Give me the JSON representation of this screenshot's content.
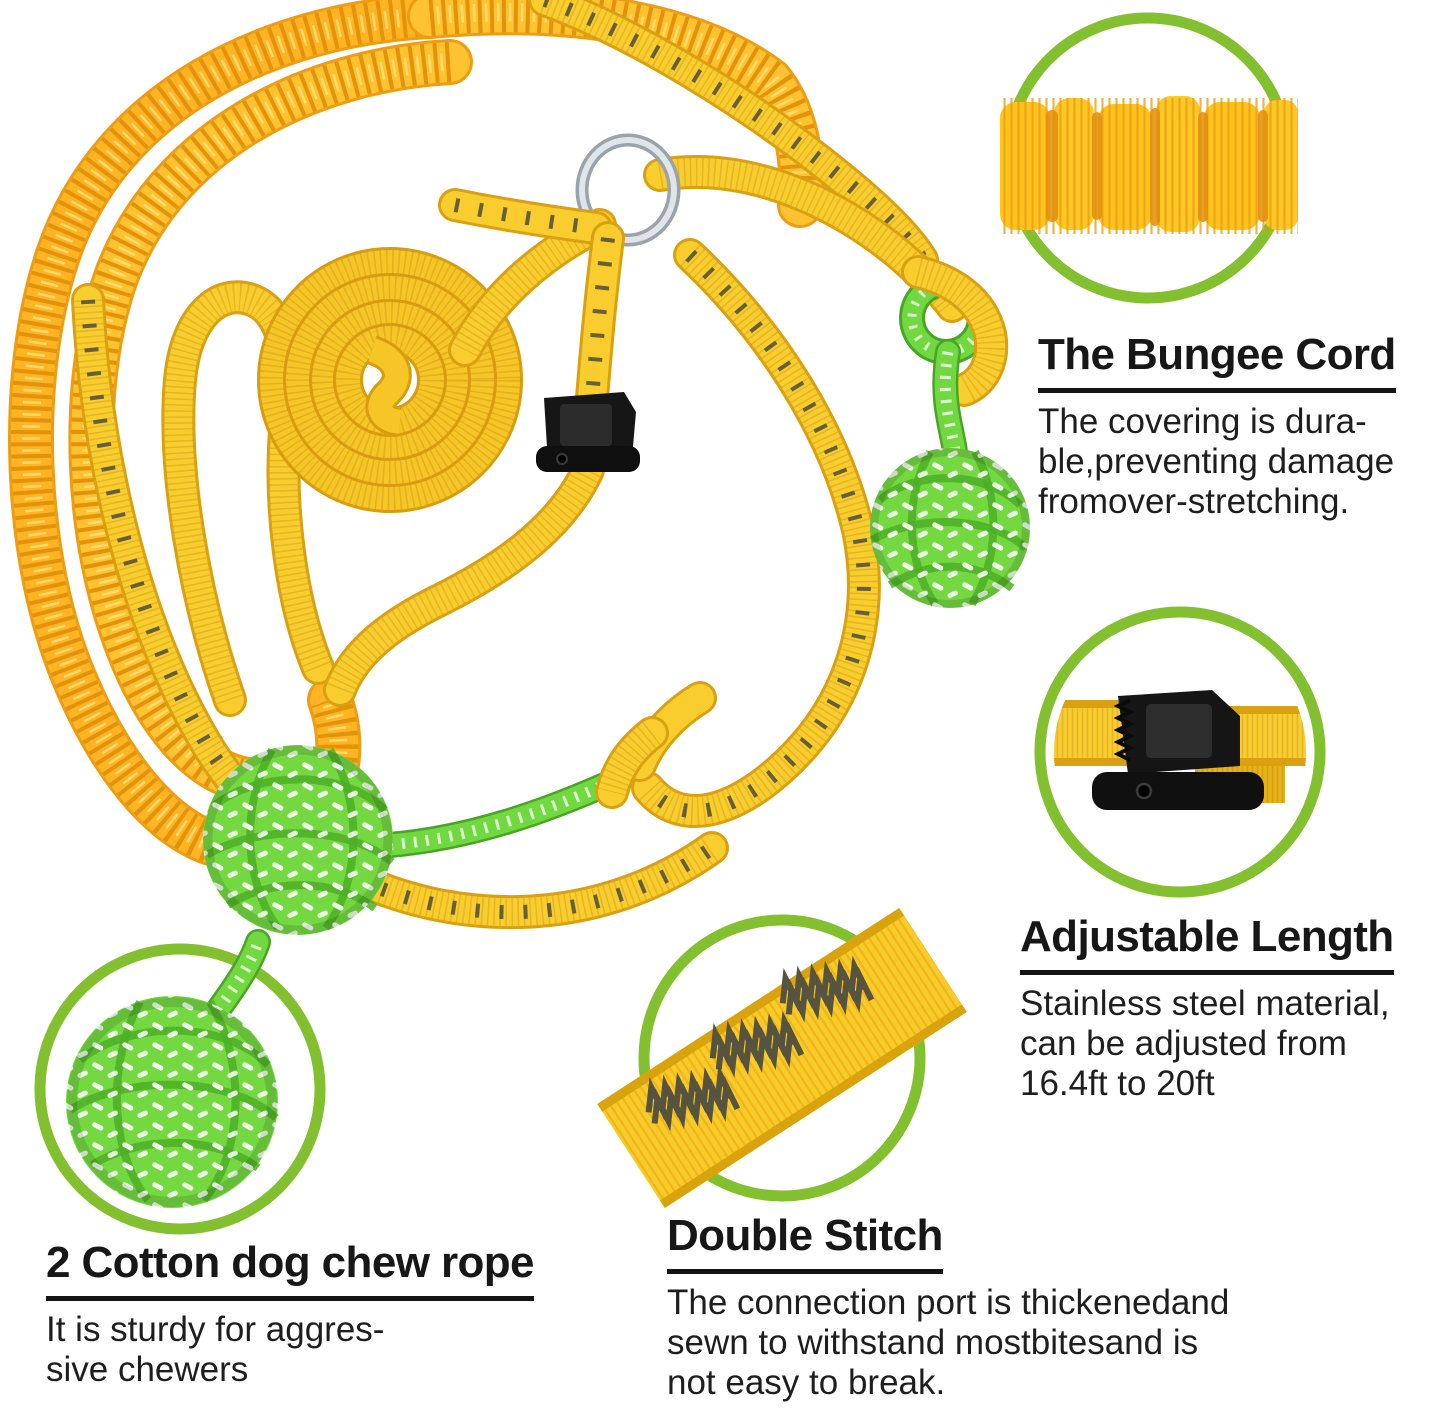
{
  "figures": {
    "main_photo": "dog-bungee-leash-with-two-green-rope-ball-toys",
    "callout_circles": [
      {
        "icon": "bungee-cord-closeup",
        "title": "The Bungee Cord",
        "body": "The covering is dura-\nble,preventing damage\nfromover-stretching."
      },
      {
        "icon": "cam-buckle-closeup",
        "title": "Adjustable Length",
        "body": "Stainless steel material,\ncan be adjusted from\n16.4ft to 20ft"
      },
      {
        "icon": "double-stitch-closeup",
        "title": "Double Stitch",
        "body": "The connection port is thickenedand\nsewn to withstand mostbitesand is\nnot easy to break."
      },
      {
        "icon": "rope-ball-closeup",
        "title": "2 Cotton dog chew rope",
        "body": "It is sturdy for aggres-\nsive chewers"
      }
    ]
  },
  "colors": {
    "ring_green": "#83C02F",
    "bungee_yellow": "#FFC230",
    "webbing_yellow": "#F9CD2E",
    "rope_green": "#72D840",
    "buckle_black": "#151515",
    "text_dark": "#1b1b1b"
  }
}
